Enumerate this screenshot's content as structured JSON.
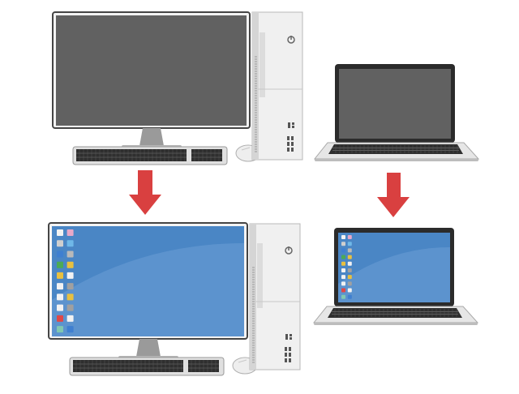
{
  "scene": {
    "before": {
      "desktop": {
        "screen_state": "off"
      },
      "laptop": {
        "screen_state": "off"
      }
    },
    "after": {
      "desktop": {
        "screen_state": "on",
        "icon_columns": 2,
        "icon_rows": 10
      },
      "laptop": {
        "screen_state": "on",
        "icon_columns": 2,
        "icon_rows": 10
      }
    },
    "arrows": [
      {
        "name": "desktop-transition-arrow",
        "direction": "down",
        "icon": "down-arrow-icon"
      },
      {
        "name": "laptop-transition-arrow",
        "direction": "down",
        "icon": "down-arrow-icon"
      }
    ]
  },
  "colors": {
    "screen_off": "#616161",
    "screen_on": "#4a86c5",
    "screen_on_light": "#6b9fd6",
    "bezel": "#f3f3f3",
    "frame": "#454545",
    "tower": "#f0f0f0",
    "arrow": "#d94040",
    "keyboard": "#2f2f2f",
    "stand": "#9a9a9a"
  },
  "icon_colors": [
    "#f2f2f2",
    "#e8a8c8",
    "#cfcfcf",
    "#6fb8e8",
    "#3f7fd0",
    "#b9b9b9",
    "#4caa55",
    "#e8c040",
    "#e8c040",
    "#f2f2f2",
    "#f2f2f2",
    "#a0a0a0",
    "#f2f2f2",
    "#e8c040",
    "#f2f2f2",
    "#a0a0a0",
    "#e04848",
    "#f2f2f2",
    "#80c8b0",
    "#3f7fd0"
  ]
}
